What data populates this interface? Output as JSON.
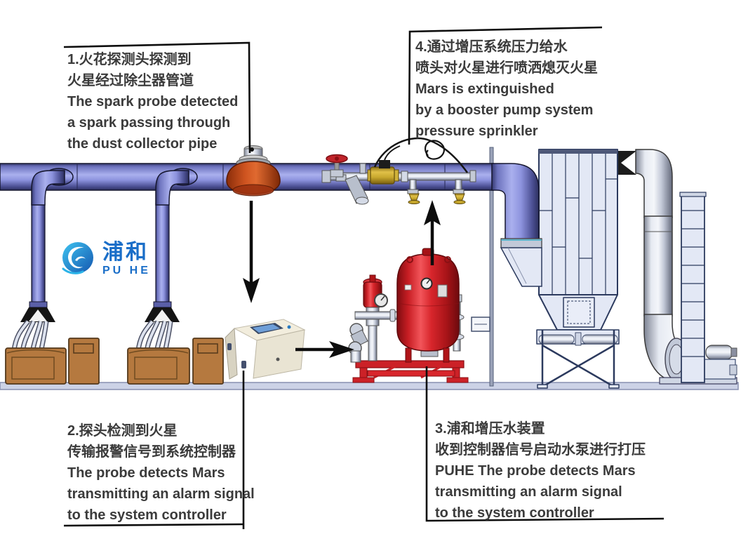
{
  "annotations": {
    "note1": {
      "lines": [
        "1.火花探测头探测到",
        "火星经过除尘器管道",
        "The spark probe detected",
        "a spark passing through",
        "the dust collector pipe"
      ]
    },
    "note2": {
      "lines": [
        "2.探头检测到火星",
        "传输报警信号到系统控制器",
        "The probe detects Mars",
        "transmitting an alarm signal",
        "to the system controller"
      ]
    },
    "note3": {
      "lines": [
        "3.浦和增压水装置",
        "收到控制器信号启动水泵进行打压",
        "PUHE The probe detects Mars",
        "transmitting an alarm signal",
        "to the system controller"
      ]
    },
    "note4": {
      "lines": [
        "4.通过增压系统压力给水",
        "喷头对火星进行喷洒熄灭火星",
        "Mars is extinguished",
        "by a booster pump system",
        "pressure sprinkler"
      ]
    }
  },
  "logo": {
    "zh": "浦和",
    "en": "PU HE"
  },
  "colors": {
    "duct_purple": "#8a90dc",
    "probe_red_orange": "#c44a1a",
    "pump_red": "#cc2127",
    "machine_brown": "#b5793f",
    "collector_panel": "#e3e8f5",
    "steel_gray": "#c8cfdd",
    "annotation_text": "#3b3b3b",
    "logo_blue": "#1a6ec8",
    "line_black": "#111111"
  }
}
